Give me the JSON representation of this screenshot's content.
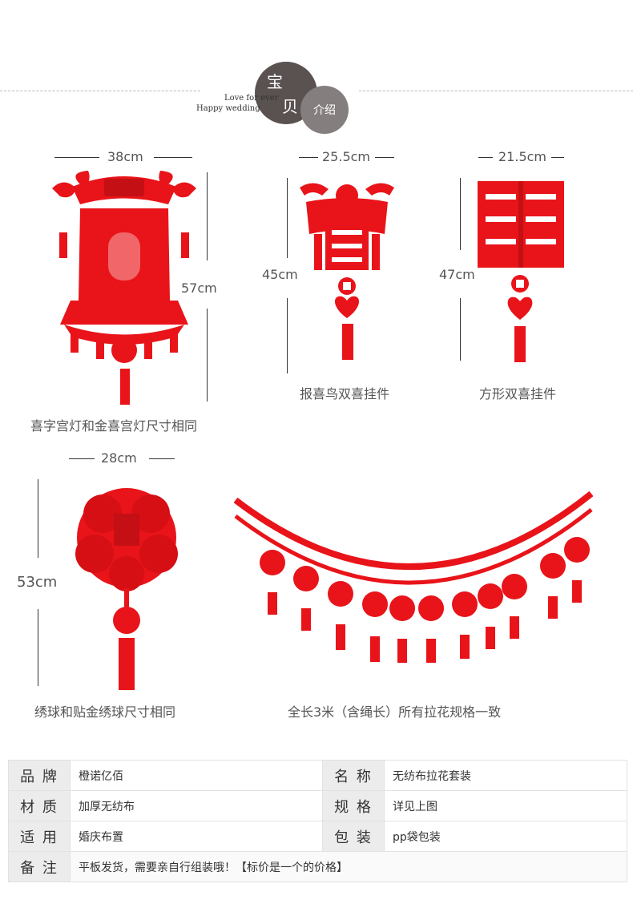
{
  "header": {
    "title_char1": "宝",
    "title_char2": "贝",
    "badge": "介绍",
    "tagline1": "Love for ever",
    "tagline2": "Happy wedding"
  },
  "products": {
    "lantern": {
      "width": "38cm",
      "height": "57cm",
      "caption": "喜字宫灯和金喜宫灯尺寸相同"
    },
    "bird_pendant": {
      "width": "25.5cm",
      "height": "45cm",
      "caption": "报喜鸟双喜挂件"
    },
    "square_pendant": {
      "width": "21.5cm",
      "height": "47cm",
      "caption": "方形双喜挂件"
    },
    "ball": {
      "width": "28cm",
      "height": "53cm",
      "caption": "绣球和贴金绣球尺寸相同"
    },
    "garland": {
      "caption": "全长3米（含绳长）所有拉花规格一致"
    }
  },
  "specs": [
    {
      "label1": "品 牌",
      "value1": "橙诺亿佰",
      "label2": "名 称",
      "value2": "无纺布拉花套装"
    },
    {
      "label1": "材 质",
      "value1": "加厚无纺布",
      "label2": "规 格",
      "value2": "详见上图"
    },
    {
      "label1": "适 用",
      "value1": "婚庆布置",
      "label2": "包 装",
      "value2": "pp袋包装"
    }
  ],
  "note": {
    "label": "备 注",
    "value": "平板发货，需要亲自行组装哦！【标价是一个的价格】"
  },
  "colors": {
    "red": "#e8141a",
    "dark_circle": "#5a5151",
    "gray_circle": "#857e7e"
  }
}
